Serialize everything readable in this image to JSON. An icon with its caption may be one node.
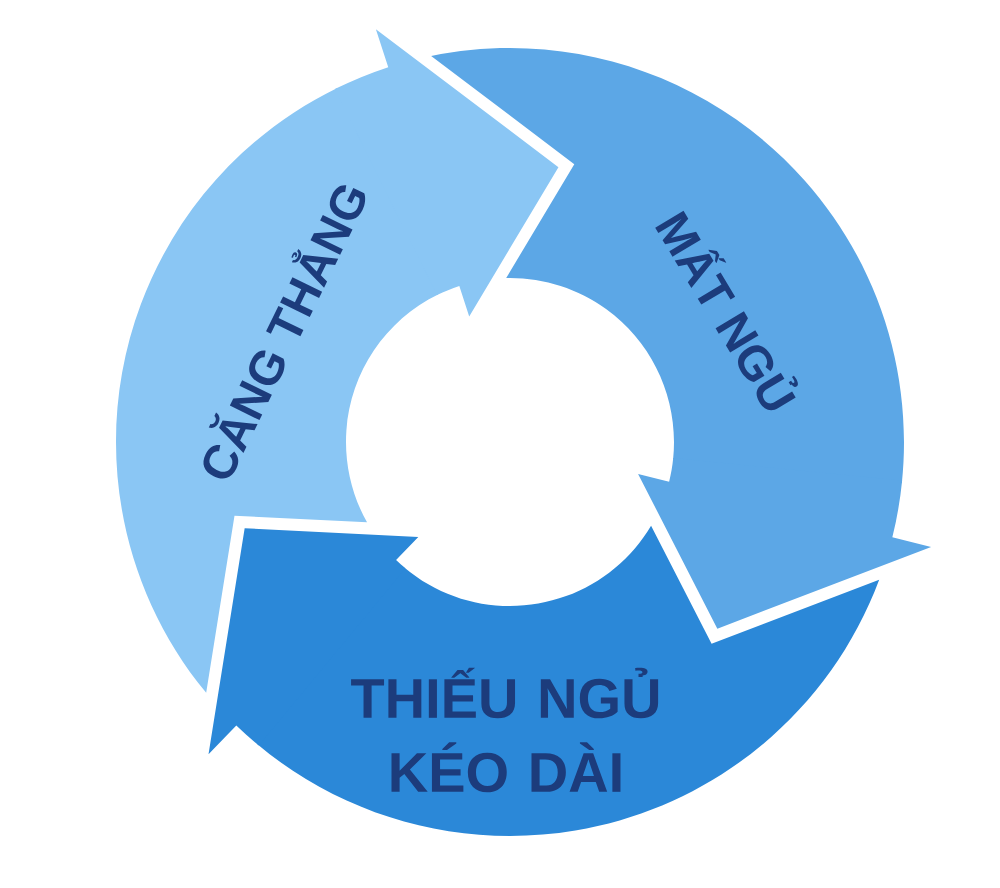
{
  "diagram": {
    "nodes": [
      {
        "text": [
          "CĂNG THẲNG"
        ]
      },
      {
        "text": [
          "MẤT NGỦ"
        ]
      },
      {
        "text": [
          "THIẾU NGỦ KÉO DÀI"
        ]
      }
    ],
    "edges": [
      {
        "from": 0,
        "to": 1,
        "arrow": "to",
        "color": "#8ac6f4"
      },
      {
        "from": 1,
        "to": 2,
        "arrow": "to",
        "color": "#5ca7e6"
      },
      {
        "from": 2,
        "to": 0,
        "arrow": "to",
        "color": "#2b88d8"
      }
    ]
  }
}
